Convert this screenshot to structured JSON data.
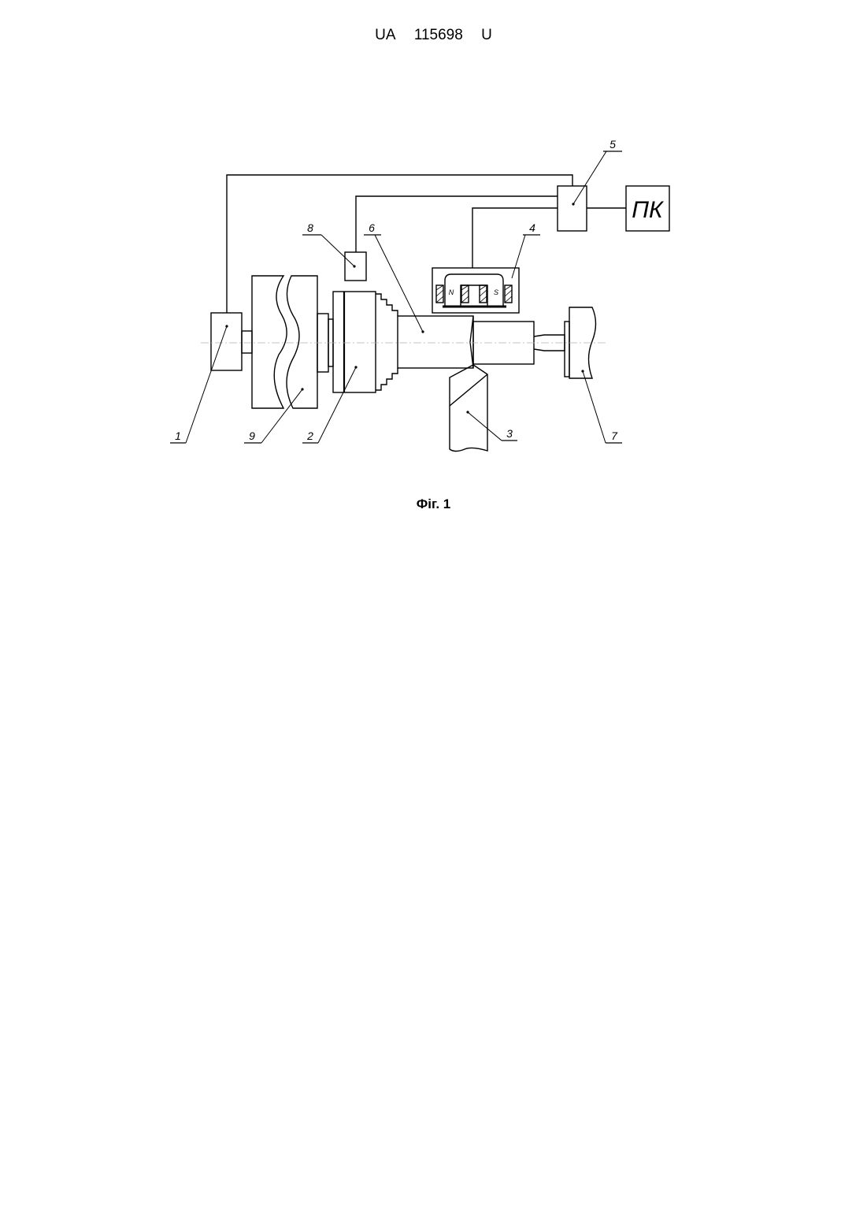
{
  "header": {
    "country": "UA",
    "number": "115698",
    "kind": "U"
  },
  "figure": {
    "caption": "Фіг. 1",
    "pc_label": "ПК",
    "magnet_north": "N",
    "magnet_south": "S",
    "callouts": [
      "1",
      "2",
      "3",
      "4",
      "5",
      "6",
      "7",
      "8",
      "9"
    ]
  }
}
